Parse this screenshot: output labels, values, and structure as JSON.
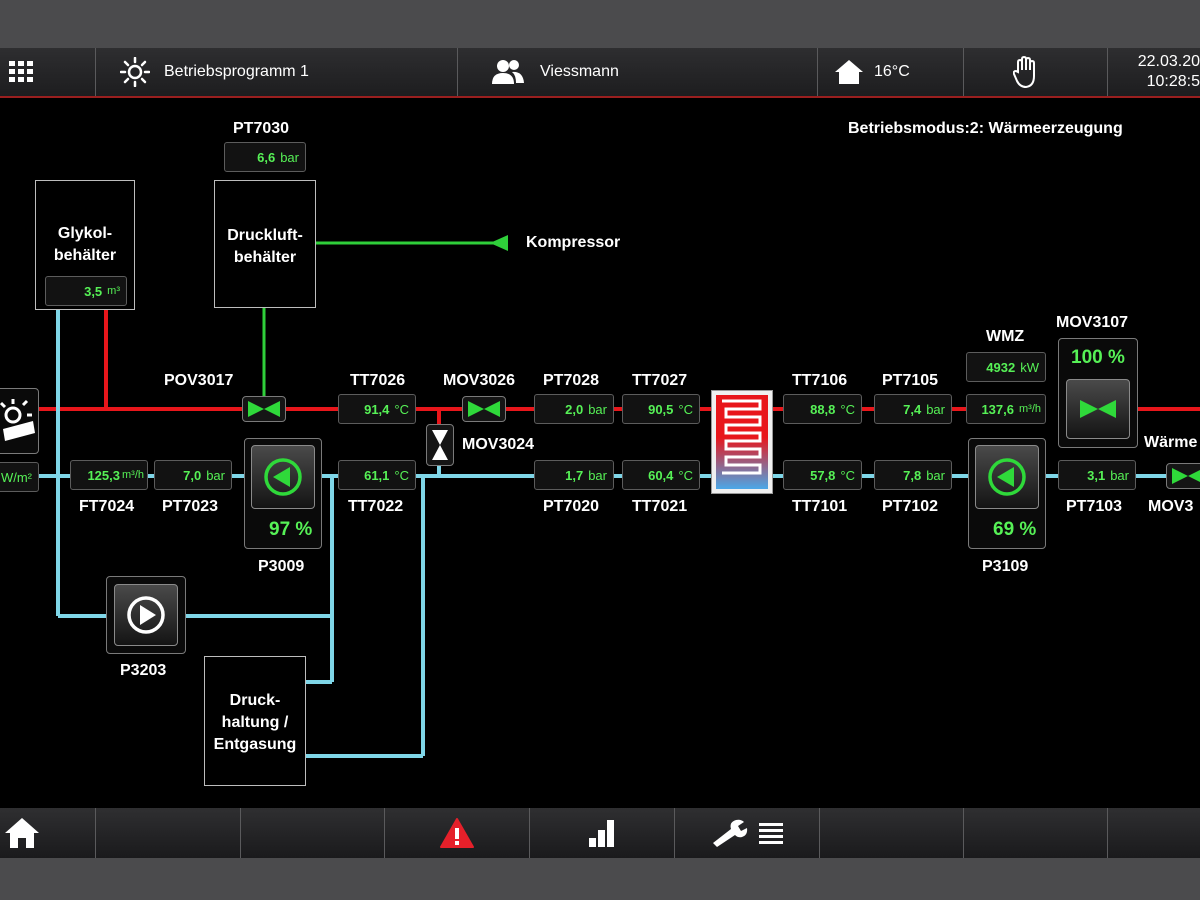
{
  "topbar": {
    "program": "Betriebsprogramm 1",
    "user": "Viessmann",
    "temperature": "16°C",
    "date": "22.03.20",
    "time": "10:28:5"
  },
  "mode": "Betriebsmodus:2: Wärmeerzeugung",
  "tanks": {
    "glykol": {
      "line1": "Glykol-",
      "line2": "behälter",
      "value": "3,5",
      "unit": "m³"
    },
    "druckluft": {
      "line1": "Druckluft-",
      "line2": "behälter"
    },
    "druckhaltung": {
      "line1": "Druck-",
      "line2": "haltung /",
      "line3": "Entgasung"
    }
  },
  "labels": {
    "pt7030": "PT7030",
    "kompressor": "Kompressor",
    "pov3017": "POV3017",
    "tt7026": "TT7026",
    "mov3026": "MOV3026",
    "pt7028": "PT7028",
    "tt7027": "TT7027",
    "tt7106": "TT7106",
    "pt7105": "PT7105",
    "wmz": "WMZ",
    "mov3107": "MOV3107",
    "mov3024": "MOV3024",
    "waerme": "Wärme",
    "ft7024": "FT7024",
    "pt7023": "PT7023",
    "tt7022": "TT7022",
    "pt7020": "PT7020",
    "tt7021": "TT7021",
    "tt7101": "TT7101",
    "pt7102": "PT7102",
    "pt7103": "PT7103",
    "mov3_partial": "MOV3",
    "p3009": "P3009",
    "p3109": "P3109",
    "p3203": "P3203"
  },
  "values": {
    "pt7030": {
      "v": "6,6",
      "u": "bar"
    },
    "tt7026": {
      "v": "91,4",
      "u": "°C"
    },
    "pt7028": {
      "v": "2,0",
      "u": "bar"
    },
    "tt7027": {
      "v": "90,5",
      "u": "°C"
    },
    "tt7106": {
      "v": "88,8",
      "u": "°C"
    },
    "pt7105": {
      "v": "7,4",
      "u": "bar"
    },
    "wmz_power": {
      "v": "4932",
      "u": "kW"
    },
    "wmz_flow": {
      "v": "137,6",
      "u": "m³/h"
    },
    "solar": {
      "u": "W/m²"
    },
    "ft7024": {
      "v": "125,3",
      "u": "m³/h"
    },
    "pt7023": {
      "v": "7,0",
      "u": "bar"
    },
    "tt7022": {
      "v": "61,1",
      "u": "°C"
    },
    "pt7020": {
      "v": "1,7",
      "u": "bar"
    },
    "tt7021": {
      "v": "60,4",
      "u": "°C"
    },
    "tt7101": {
      "v": "57,8",
      "u": "°C"
    },
    "pt7102": {
      "v": "7,8",
      "u": "bar"
    },
    "pt7103": {
      "v": "3,1",
      "u": "bar"
    }
  },
  "pumps": {
    "p3009_pct": "97 %",
    "p3109_pct": "69 %",
    "mov3107_pct": "100 %"
  },
  "colors": {
    "hot": "#e8161b",
    "cold": "#7fd6e8",
    "air": "#2fcf3a",
    "value": "#56f156",
    "alarm": "#e5202a"
  },
  "icons": [
    "menu-grid-icon",
    "sun-icon",
    "users-icon",
    "home-icon",
    "hand-icon",
    "alarm-icon",
    "chart-icon",
    "wrench-icon",
    "list-icon",
    "solar-collector-icon",
    "valve-icon",
    "pump-icon",
    "heat-exchanger-icon"
  ]
}
